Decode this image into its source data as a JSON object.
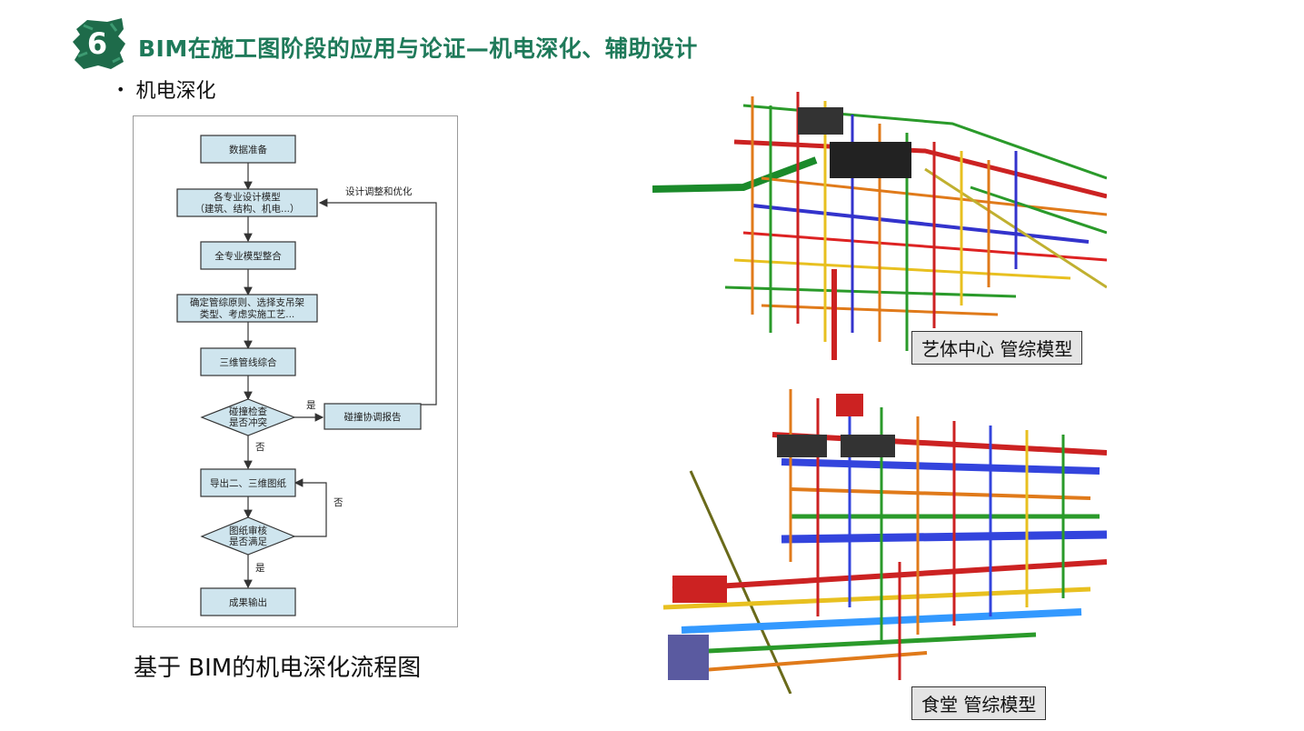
{
  "header": {
    "badge_number": "6",
    "title": "BIM在施工图阶段的应用与论证—机电深化、辅助设计"
  },
  "bullet": {
    "mark": "•",
    "text": "机电深化"
  },
  "flowchart": {
    "steps": {
      "data_prep": "数据准备",
      "models_line1": "各专业设计模型",
      "models_line2": "（建筑、结构、机电...）",
      "integrate": "全专业模型整合",
      "rules_line1": "确定管综原则、选择支吊架",
      "rules_line2": "类型、考虑实施工艺...",
      "combine": "三维管线综合",
      "clash_line1": "碰撞检查",
      "clash_line2": "是否冲突",
      "report": "碰撞协调报告",
      "export": "导出二、三维图纸",
      "review_line1": "图纸审核",
      "review_line2": "是否满足",
      "output": "成果输出"
    },
    "edge_labels": {
      "adjust": "设计调整和优化",
      "yes_clash": "是",
      "no_clash": "否",
      "no_review": "否",
      "yes_review": "是"
    }
  },
  "caption": "基于 BIM的机电深化流程图",
  "models": [
    {
      "label": "艺体中心 管综模型"
    },
    {
      "label": "食堂  管综模型"
    }
  ],
  "colors": {
    "title": "#1f7a5a",
    "badge": "#1e6b4a",
    "box_fill": "#cfe5ee",
    "box_stroke": "#333333"
  }
}
